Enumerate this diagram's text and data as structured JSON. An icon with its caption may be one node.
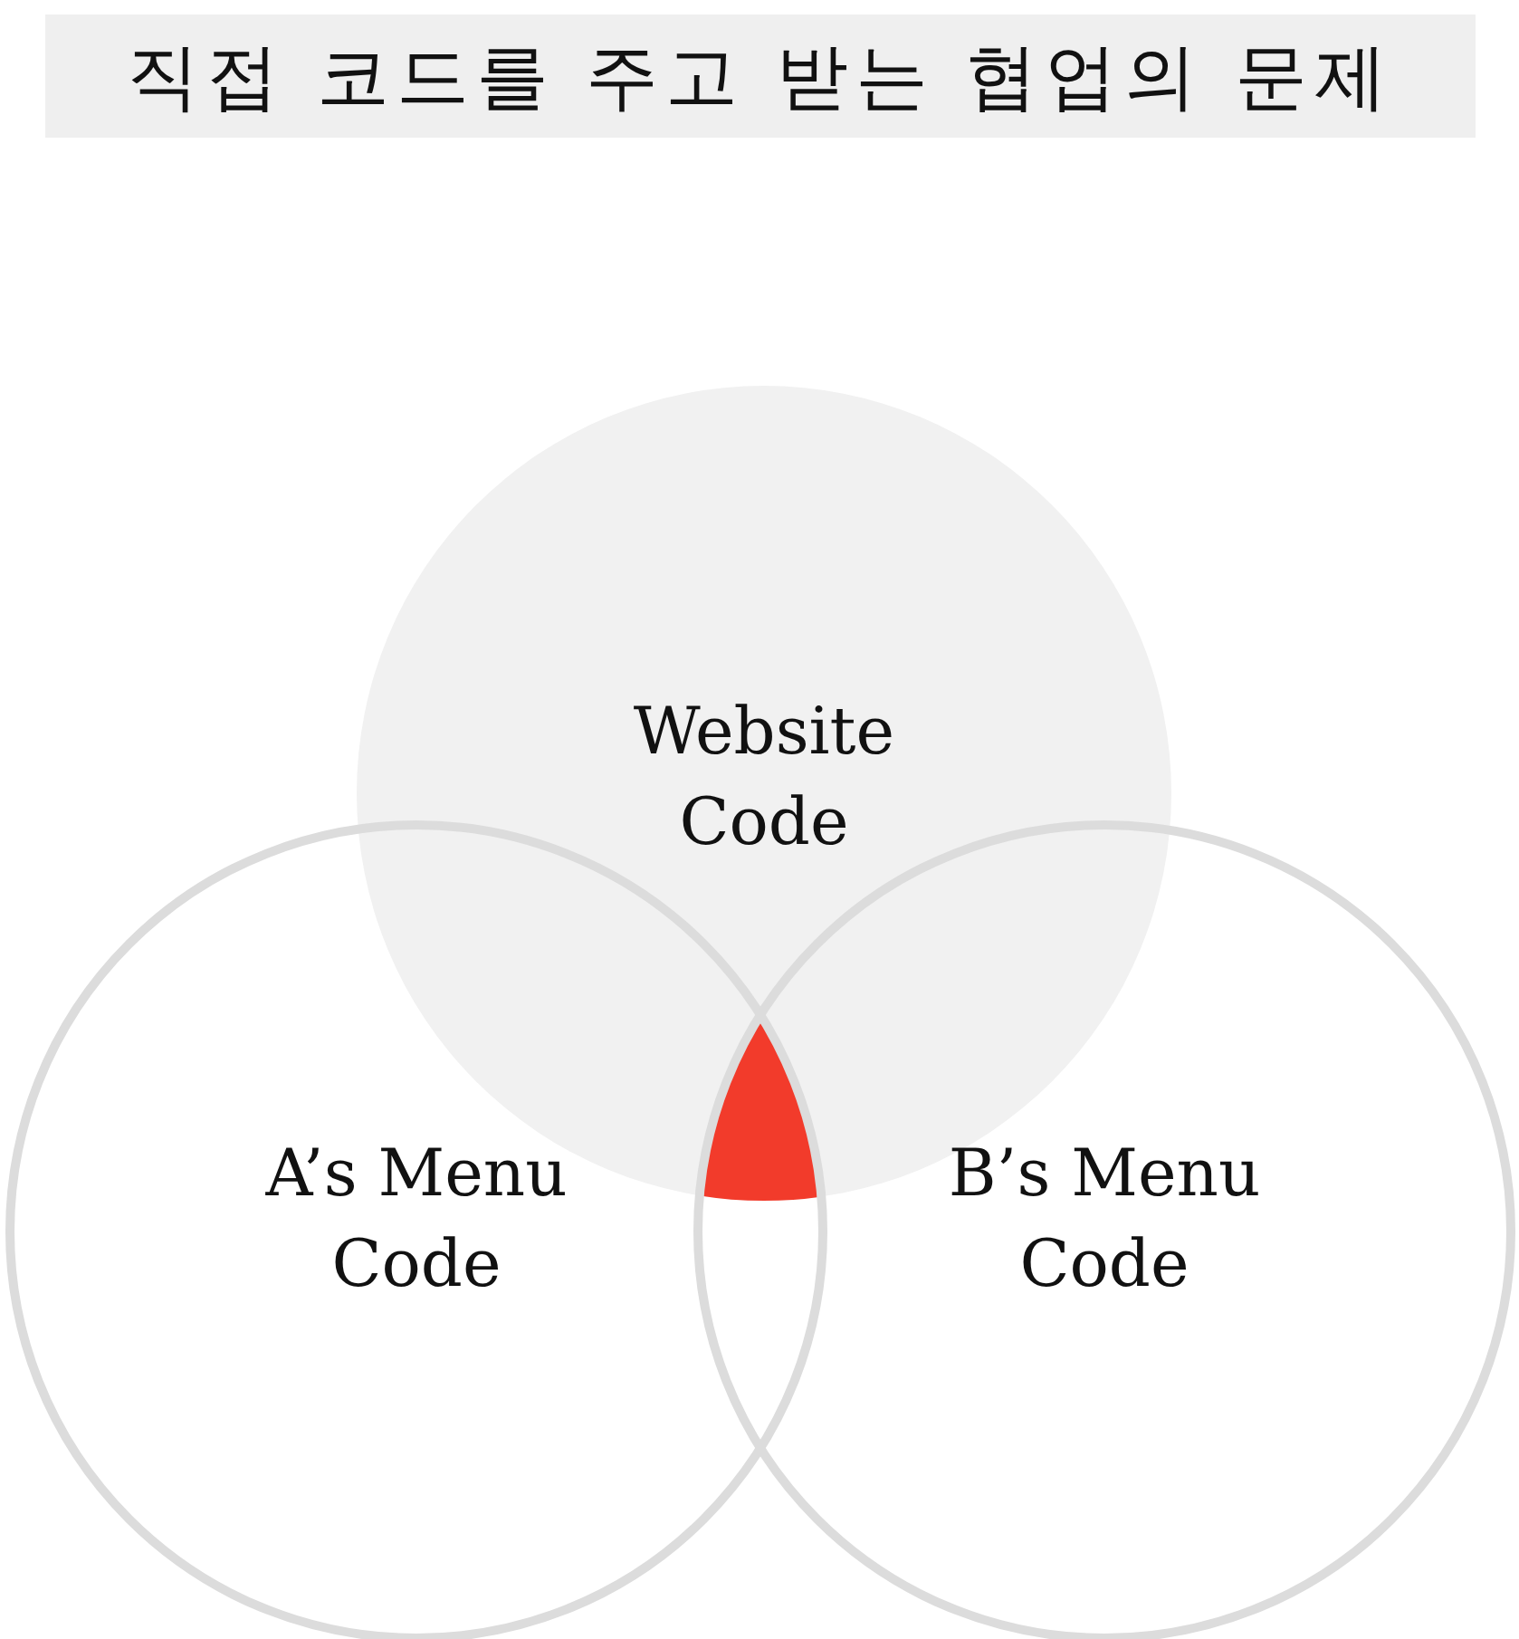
{
  "diagram": {
    "title": "직접 코드를 주고 받는 협업의 문제",
    "nodes": [
      {
        "text": [
          "Website Code"
        ]
      },
      {
        "text": [
          "A’s Menu Code"
        ]
      },
      {
        "text": [
          "B’s Menu Code"
        ]
      }
    ]
  }
}
